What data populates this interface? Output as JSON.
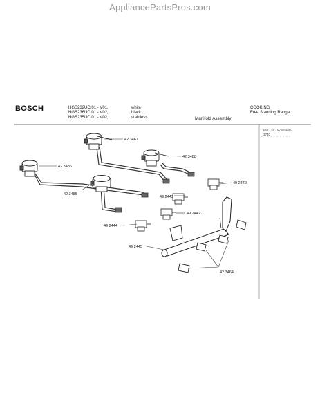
{
  "watermark": "AppliancePartsPros.com",
  "header": {
    "brand": "BOSCH",
    "models": [
      "HGS232UC/01 - V01,",
      "HGS236UC/01 - V02,",
      "HGS235UC/01 - V02,"
    ],
    "colors": [
      "white",
      "black",
      "stainless"
    ],
    "category": [
      "COOKING",
      "Free Standing Range"
    ],
    "section": "Manifold Assembly",
    "fab_header": "Mat - Nr - Konstante",
    "fab_value": "3740"
  },
  "callouts": {
    "c_423467": "42 3467",
    "c_423488": "42 3488",
    "c_423486": "42 3486",
    "c_423485": "42 3485",
    "c_492442a": "49 2442",
    "c_492443": "49 2443",
    "c_492442b": "49 2442",
    "c_492444": "49 2444",
    "c_492445": "49 2445",
    "c_423464": "42 3464"
  }
}
